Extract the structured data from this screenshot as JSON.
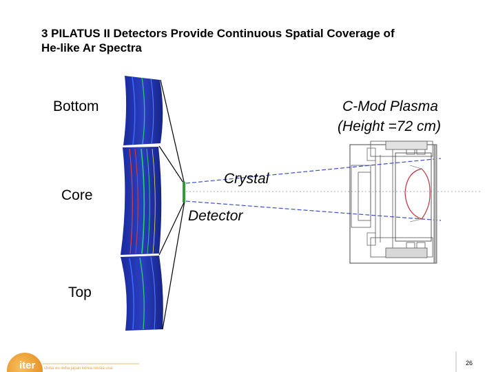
{
  "title": {
    "line1": "3 PILATUS II Detectors Provide Continuous Spatial Coverage of",
    "line2": "He-like Ar Spectra"
  },
  "labels": {
    "bottom": "Bottom",
    "core": "Core",
    "top": "Top",
    "plasma_line1": "C-Mod Plasma",
    "plasma_line2": "(Height =72 cm)",
    "crystal": "Crystal",
    "detector": "Detector"
  },
  "footer": {
    "logo_text": "iter",
    "partners": "china eu india japan korea russia usa",
    "page_number": "26"
  },
  "colors": {
    "accent": "#f0a030",
    "ray": "#3a4fd0",
    "detector_blue": "#1e2fa0",
    "crystal_green": "#2e9e3a"
  }
}
